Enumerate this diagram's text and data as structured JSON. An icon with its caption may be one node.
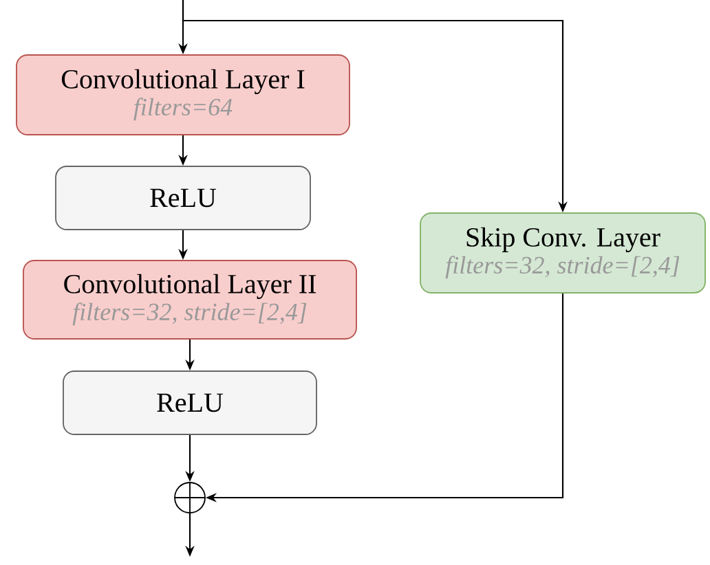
{
  "diagram": {
    "nodes": [
      {
        "text": [
          "Convolutional Layer I",
          "filters=64"
        ]
      },
      {
        "text": [
          "ReLU"
        ]
      },
      {
        "text": [
          "Convolutional Layer II",
          "filters=32, stride=[2,4]"
        ]
      },
      {
        "text": [
          "ReLU"
        ]
      },
      {
        "text": [
          "Skip Conv. Layer",
          "filters=32, stride=[2,4]"
        ]
      },
      {
        "text": [],
        "shape": "circle"
      }
    ],
    "edges": [
      {
        "from": null,
        "to": 0,
        "arrow": "to"
      },
      {
        "from": null,
        "to": 4,
        "arrow": "to"
      },
      {
        "from": 0,
        "to": 1,
        "arrow": "to"
      },
      {
        "from": 1,
        "to": 2,
        "arrow": "to"
      },
      {
        "from": 2,
        "to": 3,
        "arrow": "to"
      },
      {
        "from": 3,
        "to": 5,
        "arrow": "to"
      },
      {
        "from": 4,
        "to": 5,
        "arrow": "to"
      },
      {
        "from": 5,
        "to": null,
        "arrow": "to"
      }
    ]
  }
}
